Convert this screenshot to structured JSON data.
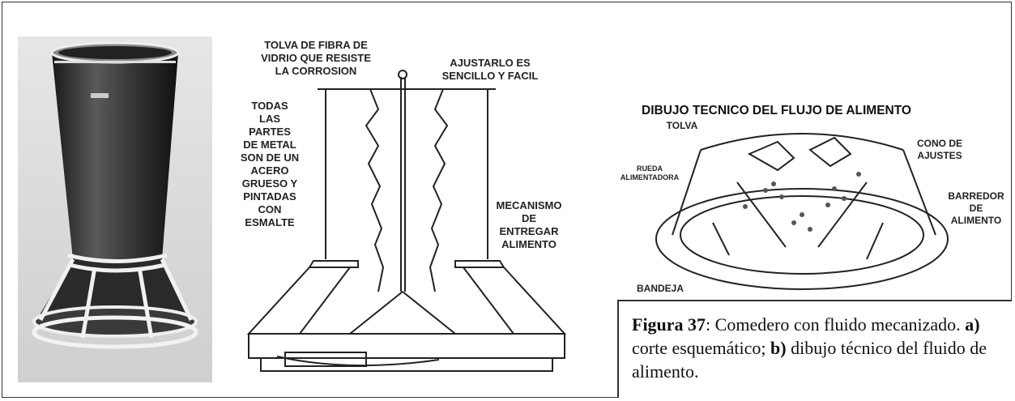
{
  "diagram_a": {
    "label_tolva": "TOLVA DE FIBRA DE\nVIDRIO QUE RESISTE\nLA CORROSION",
    "label_ajustarlo": "AJUSTARLO ES\nSENCILLO Y FACIL",
    "label_partes": "TODAS\nLAS\nPARTES\nDE METAL\nSON DE UN\nACERO\nGRUESO Y\nPINTADAS\nCON\nESMALTE",
    "label_mecanismo": "MECANISMO\nDE\nENTREGAR\nALIMENTO"
  },
  "diagram_b": {
    "title": "DIBUJO TECNICO DEL FLUJO DE ALIMENTO",
    "label_tolva": "TOLVA",
    "label_cono": "CONO DE\nAJUSTES",
    "label_rueda": "RUEDA\nALIMENTADORA",
    "label_barredor": "BARREDOR\nDE\nALIMENTO",
    "label_bandeja": "BANDEJA"
  },
  "caption": {
    "fig_label": "Figura 37",
    "text_1": ": Comedero con fluido mecanizado. ",
    "part_a": "a)",
    "text_2": " corte esquemático; ",
    "part_b": "b)",
    "text_3": " dibujo técnico del fluido de alimento."
  }
}
